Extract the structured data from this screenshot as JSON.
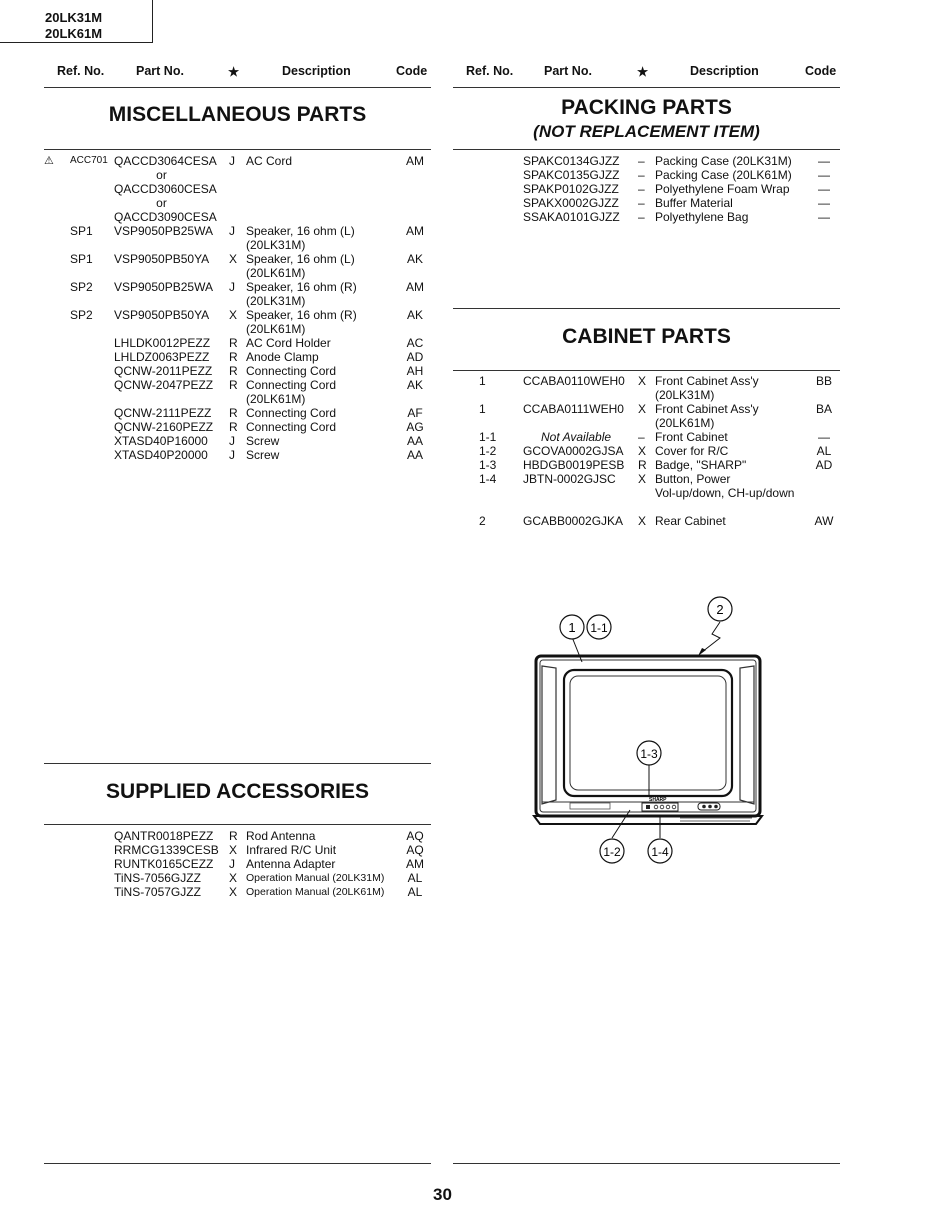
{
  "models": [
    "20LK31M",
    "20LK61M"
  ],
  "headers": {
    "ref": "Ref. No.",
    "part": "Part No.",
    "star": "★",
    "desc": "Description",
    "code": "Code"
  },
  "misc": {
    "title": "MISCELLANEOUS PARTS",
    "rows": [
      {
        "warn": "⚠",
        "ref": "ACC701",
        "part": "QACCD3064CESA",
        "mark": "J",
        "desc": "AC Cord",
        "code": "AM"
      },
      {
        "part": "or",
        "center": true
      },
      {
        "part": "QACCD3060CESA"
      },
      {
        "part": "or",
        "center": true
      },
      {
        "part": "QACCD3090CESA"
      },
      {
        "ref": "SP1",
        "part": "VSP9050PB25WA",
        "mark": "J",
        "desc": "Speaker, 16 ohm (L)",
        "code": "AM"
      },
      {
        "desc": "(20LK31M)"
      },
      {
        "ref": "SP1",
        "part": "VSP9050PB50YA",
        "mark": "X",
        "desc": "Speaker, 16 ohm (L)",
        "code": "AK"
      },
      {
        "desc": "(20LK61M)"
      },
      {
        "ref": "SP2",
        "part": "VSP9050PB25WA",
        "mark": "J",
        "desc": "Speaker, 16 ohm (R)",
        "code": "AM"
      },
      {
        "desc": "(20LK31M)"
      },
      {
        "ref": "SP2",
        "part": "VSP9050PB50YA",
        "mark": "X",
        "desc": "Speaker, 16 ohm (R)",
        "code": "AK"
      },
      {
        "desc": "(20LK61M)"
      },
      {
        "part": "LHLDK0012PEZZ",
        "mark": "R",
        "desc": "AC Cord Holder",
        "code": "AC"
      },
      {
        "part": "LHLDZ0063PEZZ",
        "mark": "R",
        "desc": "Anode Clamp",
        "code": "AD"
      },
      {
        "part": "QCNW-2011PEZZ",
        "mark": "R",
        "desc": "Connecting Cord",
        "code": "AH"
      },
      {
        "part": "QCNW-2047PEZZ",
        "mark": "R",
        "desc": "Connecting Cord",
        "code": "AK"
      },
      {
        "desc": "(20LK61M)"
      },
      {
        "part": "QCNW-2111PEZZ",
        "mark": "R",
        "desc": "Connecting Cord",
        "code": "AF"
      },
      {
        "part": "QCNW-2160PEZZ",
        "mark": "R",
        "desc": "Connecting Cord",
        "code": "AG"
      },
      {
        "part": "XTASD40P16000",
        "mark": "J",
        "desc": "Screw",
        "code": "AA"
      },
      {
        "part": "XTASD40P20000",
        "mark": "J",
        "desc": "Screw",
        "code": "AA"
      }
    ]
  },
  "accessories": {
    "title": "SUPPLIED ACCESSORIES",
    "rows": [
      {
        "part": "QANTR0018PEZZ",
        "mark": "R",
        "desc": "Rod Antenna",
        "code": "AQ"
      },
      {
        "part": "RRMCG1339CESB",
        "mark": "X",
        "desc": "Infrared R/C Unit",
        "code": "AQ"
      },
      {
        "part": "RUNTK0165CEZZ",
        "mark": "J",
        "desc": "Antenna Adapter",
        "code": "AM"
      },
      {
        "part": "TiNS-7056GJZZ",
        "mark": "X",
        "desc": "Operation Manual (20LK31M)",
        "code": "AL",
        "small": true
      },
      {
        "part": "TiNS-7057GJZZ",
        "mark": "X",
        "desc": "Operation Manual (20LK61M)",
        "code": "AL",
        "small": true
      }
    ]
  },
  "packing": {
    "title": "PACKING PARTS",
    "subtitle": "(NOT REPLACEMENT ITEM)",
    "rows": [
      {
        "part": "SPAKC0134GJZZ",
        "mark": "–",
        "desc": "Packing Case (20LK31M)",
        "code": "—"
      },
      {
        "part": "SPAKC0135GJZZ",
        "mark": "–",
        "desc": "Packing Case (20LK61M)",
        "code": "—"
      },
      {
        "part": "SPAKP0102GJZZ",
        "mark": "–",
        "desc": "Polyethylene Foam Wrap",
        "code": "—"
      },
      {
        "part": "SPAKX0002GJZZ",
        "mark": "–",
        "desc": "Buffer Material",
        "code": "—"
      },
      {
        "part": "SSAKA0101GJZZ",
        "mark": "–",
        "desc": "Polyethylene Bag",
        "code": "—"
      }
    ]
  },
  "cabinet": {
    "title": "CABINET PARTS",
    "rows": [
      {
        "ref": "1",
        "part": "CCABA0110WEH0",
        "mark": "X",
        "desc": "Front Cabinet Ass'y",
        "code": "BB"
      },
      {
        "desc": "(20LK31M)"
      },
      {
        "ref": "1",
        "part": "CCABA0111WEH0",
        "mark": "X",
        "desc": "Front Cabinet Ass'y",
        "code": "BA"
      },
      {
        "desc": "(20LK61M)"
      },
      {
        "ref": "1-1",
        "part": "Not Available",
        "italic": true,
        "mark": "–",
        "desc": "Front Cabinet",
        "code": "—"
      },
      {
        "ref": "1-2",
        "part": "GCOVA0002GJSA",
        "mark": "X",
        "desc": "Cover for R/C",
        "code": "AL"
      },
      {
        "ref": "1-3",
        "part": "HBDGB0019PESB",
        "mark": "R",
        "desc": "Badge, \"SHARP\"",
        "code": "AD"
      },
      {
        "ref": "1-4",
        "part": "JBTN-0002GJSC",
        "mark": "X",
        "desc": "Button, Power",
        "code": ""
      },
      {
        "desc": "Vol-up/down, CH-up/down"
      },
      {},
      {
        "ref": "2",
        "part": "GCABB0002GJKA",
        "mark": "X",
        "desc": "Rear Cabinet",
        "code": "AW"
      }
    ]
  },
  "diagram": {
    "callouts": [
      "1",
      "1-1",
      "2",
      "1-3",
      "1-2",
      "1-4"
    ],
    "badge": "SHARP"
  },
  "page_number": "30"
}
